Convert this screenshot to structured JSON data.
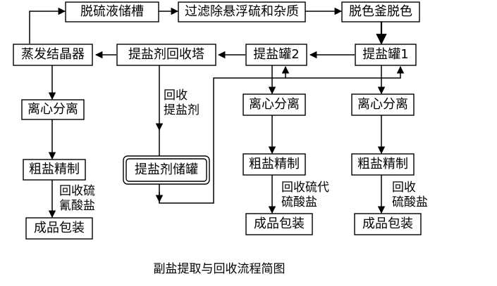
{
  "nodes": {
    "desulfur_tank": "脱硫液储槽",
    "filter": "过滤除悬浮硫和杂质",
    "decolor_kettle": "脱色釜脱色",
    "evaporator": "蒸发结晶器",
    "recovery_tower": "提盐剂回收塔",
    "tank2": "提盐罐2",
    "tank1": "提盐罐1",
    "centrifuge_left": "离心分离",
    "centrifuge_mid": "离心分离",
    "centrifuge_right": "离心分离",
    "refine_left": "粗盐精制",
    "refine_mid": "粗盐精制",
    "refine_right": "粗盐精制",
    "agent_tank": "提盐剂储罐",
    "product_left": "成品包装",
    "product_mid": "成品包装",
    "product_right": "成品包装"
  },
  "notes": {
    "recover_agent": [
      "回收",
      "提盐剂"
    ],
    "recover_thiocyanate": [
      "回收硫",
      "氰酸盐"
    ],
    "recover_thiosulfate": [
      "回收硫代",
      "硫酸盐"
    ],
    "recover_sulfate": [
      "回收",
      "硫酸盐"
    ]
  },
  "caption": "副盐提取与回收流程简图"
}
